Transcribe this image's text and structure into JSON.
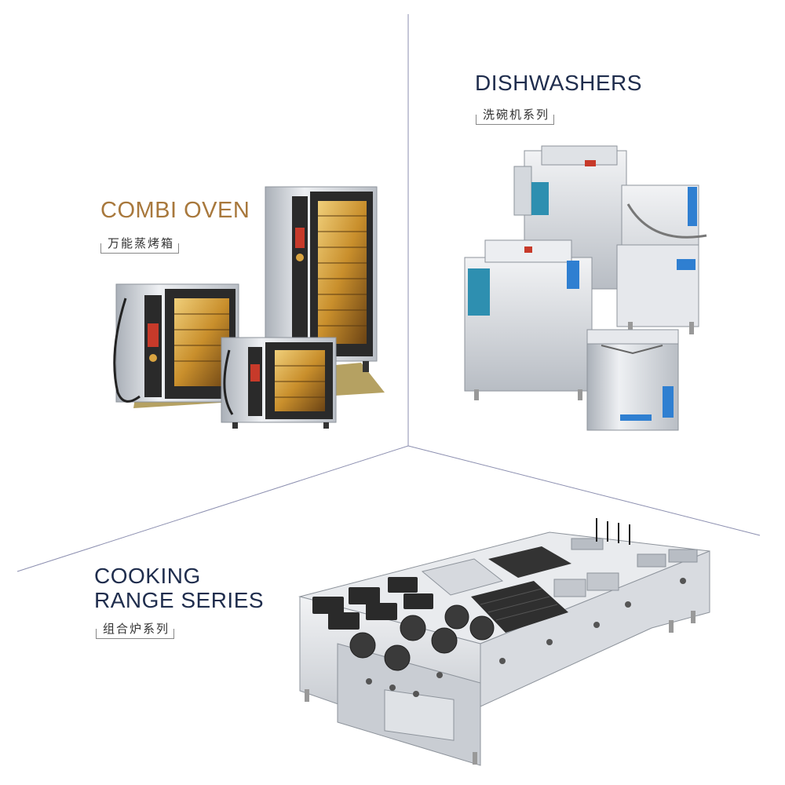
{
  "sections": {
    "combi_oven": {
      "title": "COMBI OVEN",
      "subtitle": "万能蒸烤箱"
    },
    "dishwashers": {
      "title": "DISHWASHERS",
      "subtitle": "洗碗机系列"
    },
    "cooking_range": {
      "title_line1": "COOKING",
      "title_line2": "RANGE SERIES",
      "subtitle": "组合炉系列"
    }
  },
  "colors": {
    "oven_title": "#a8783c",
    "navy_title": "#1f2d4d",
    "room_line": "#8c8fb0",
    "steel_light": "#e6e8ec",
    "steel_mid": "#c3c7cd",
    "steel_dark": "#8d939b",
    "oven_window": "#d9a441",
    "panel_black": "#2a2a2a",
    "blue_label": "#2f7fd1",
    "gold_floor": "#a89046"
  }
}
